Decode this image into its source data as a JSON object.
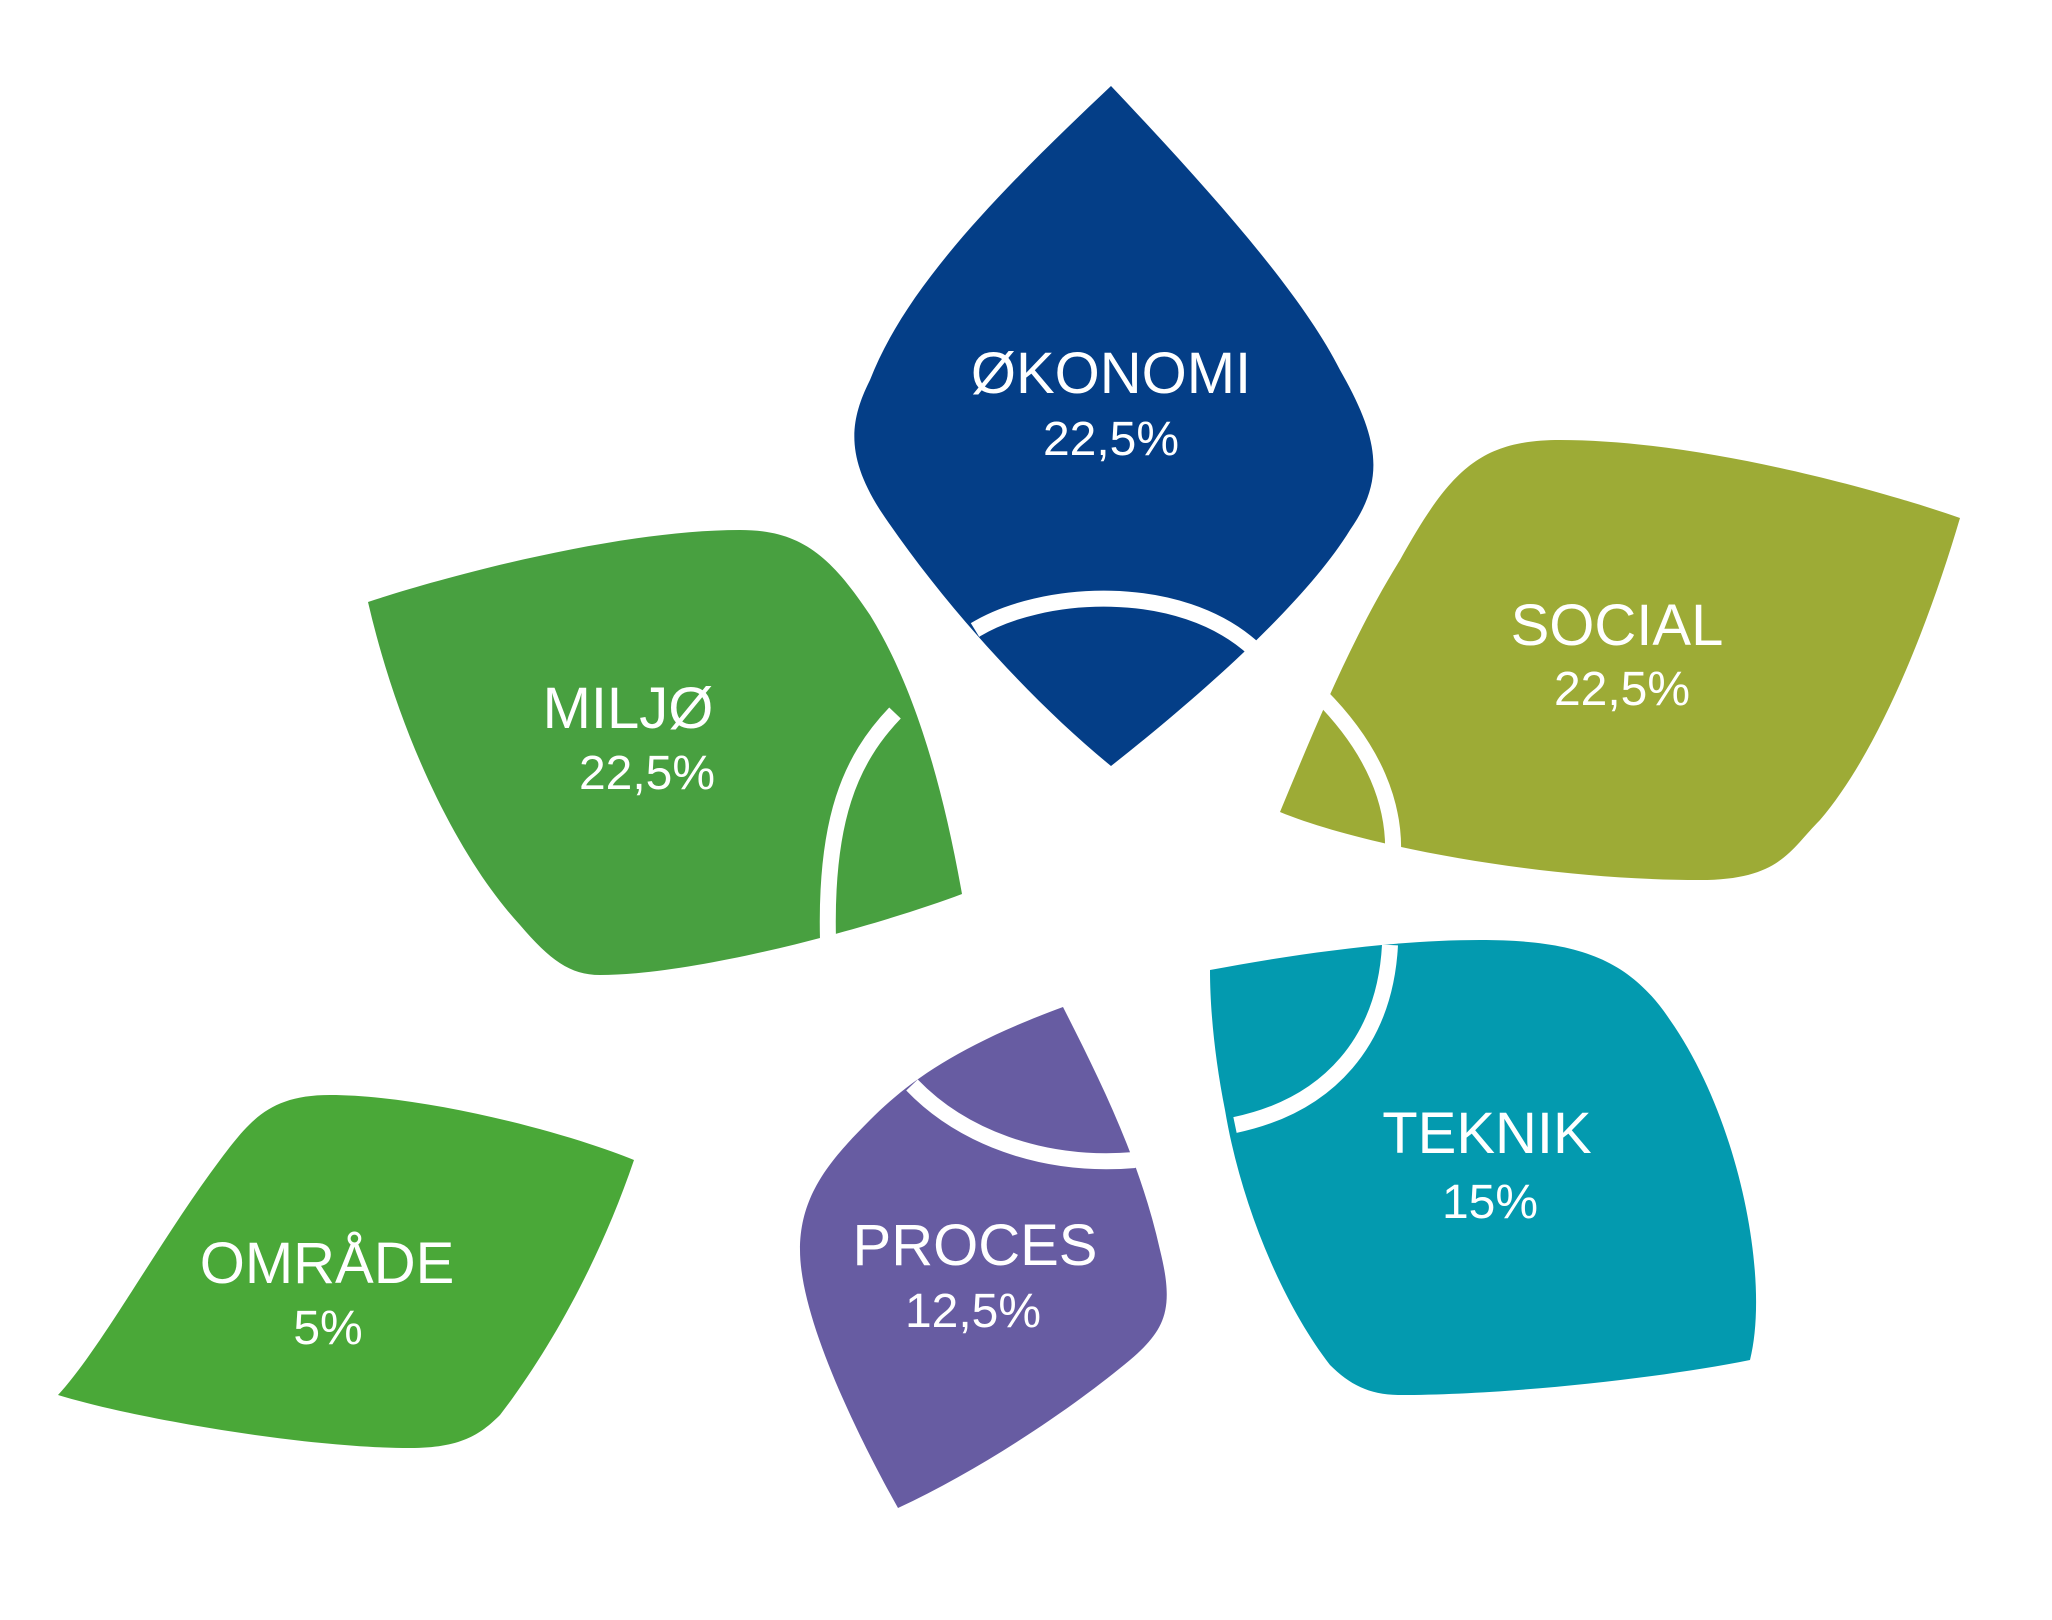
{
  "colors": {
    "okonomi": "#043e87",
    "social": "#9dab36",
    "miljo": "#48a040",
    "teknik": "#039aaf",
    "proces": "#675ca2",
    "omrade": "#4aa838",
    "text": "#ffffff"
  },
  "leaves": {
    "okonomi": {
      "label": "ØKONOMI",
      "value": "22,5%"
    },
    "social": {
      "label": "SOCIAL",
      "value": "22,5%"
    },
    "miljo": {
      "label": "MILJØ",
      "value": "22,5%"
    },
    "teknik": {
      "label": "TEKNIK",
      "value": "15%"
    },
    "proces": {
      "label": "PROCES",
      "value": "12,5%"
    },
    "omrade": {
      "label": "OMRÅDE",
      "value": "5%"
    }
  }
}
